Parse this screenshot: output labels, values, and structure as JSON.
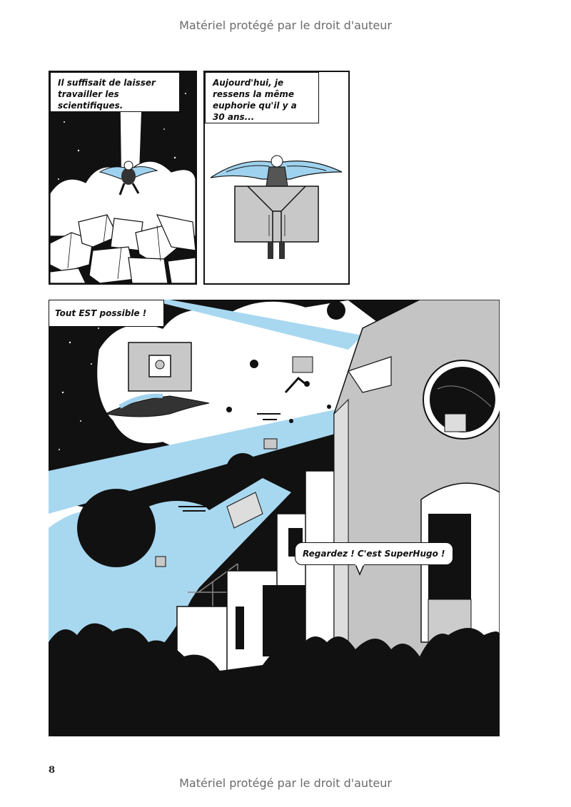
{
  "watermark": {
    "top": "Matériel protégé par le droit d'auteur",
    "bottom": "Matériel protégé par le droit d'auteur"
  },
  "page": {
    "number": "8"
  },
  "panels": {
    "panel1": {
      "caption": "Il suffisait de laisser travailler les scientifiques."
    },
    "panel2": {
      "caption": "Aujourd'hui, je ressens la même euphorie qu'il y a 30 ans..."
    },
    "panel3": {
      "caption": "Tout EST possible !",
      "speech": "Regardez ! C'est SuperHugo !"
    }
  },
  "colors": {
    "sky_blue": "#a8d8f0",
    "ink": "#111111",
    "building_gray": "#c4c4c4",
    "paper": "#ffffff"
  }
}
